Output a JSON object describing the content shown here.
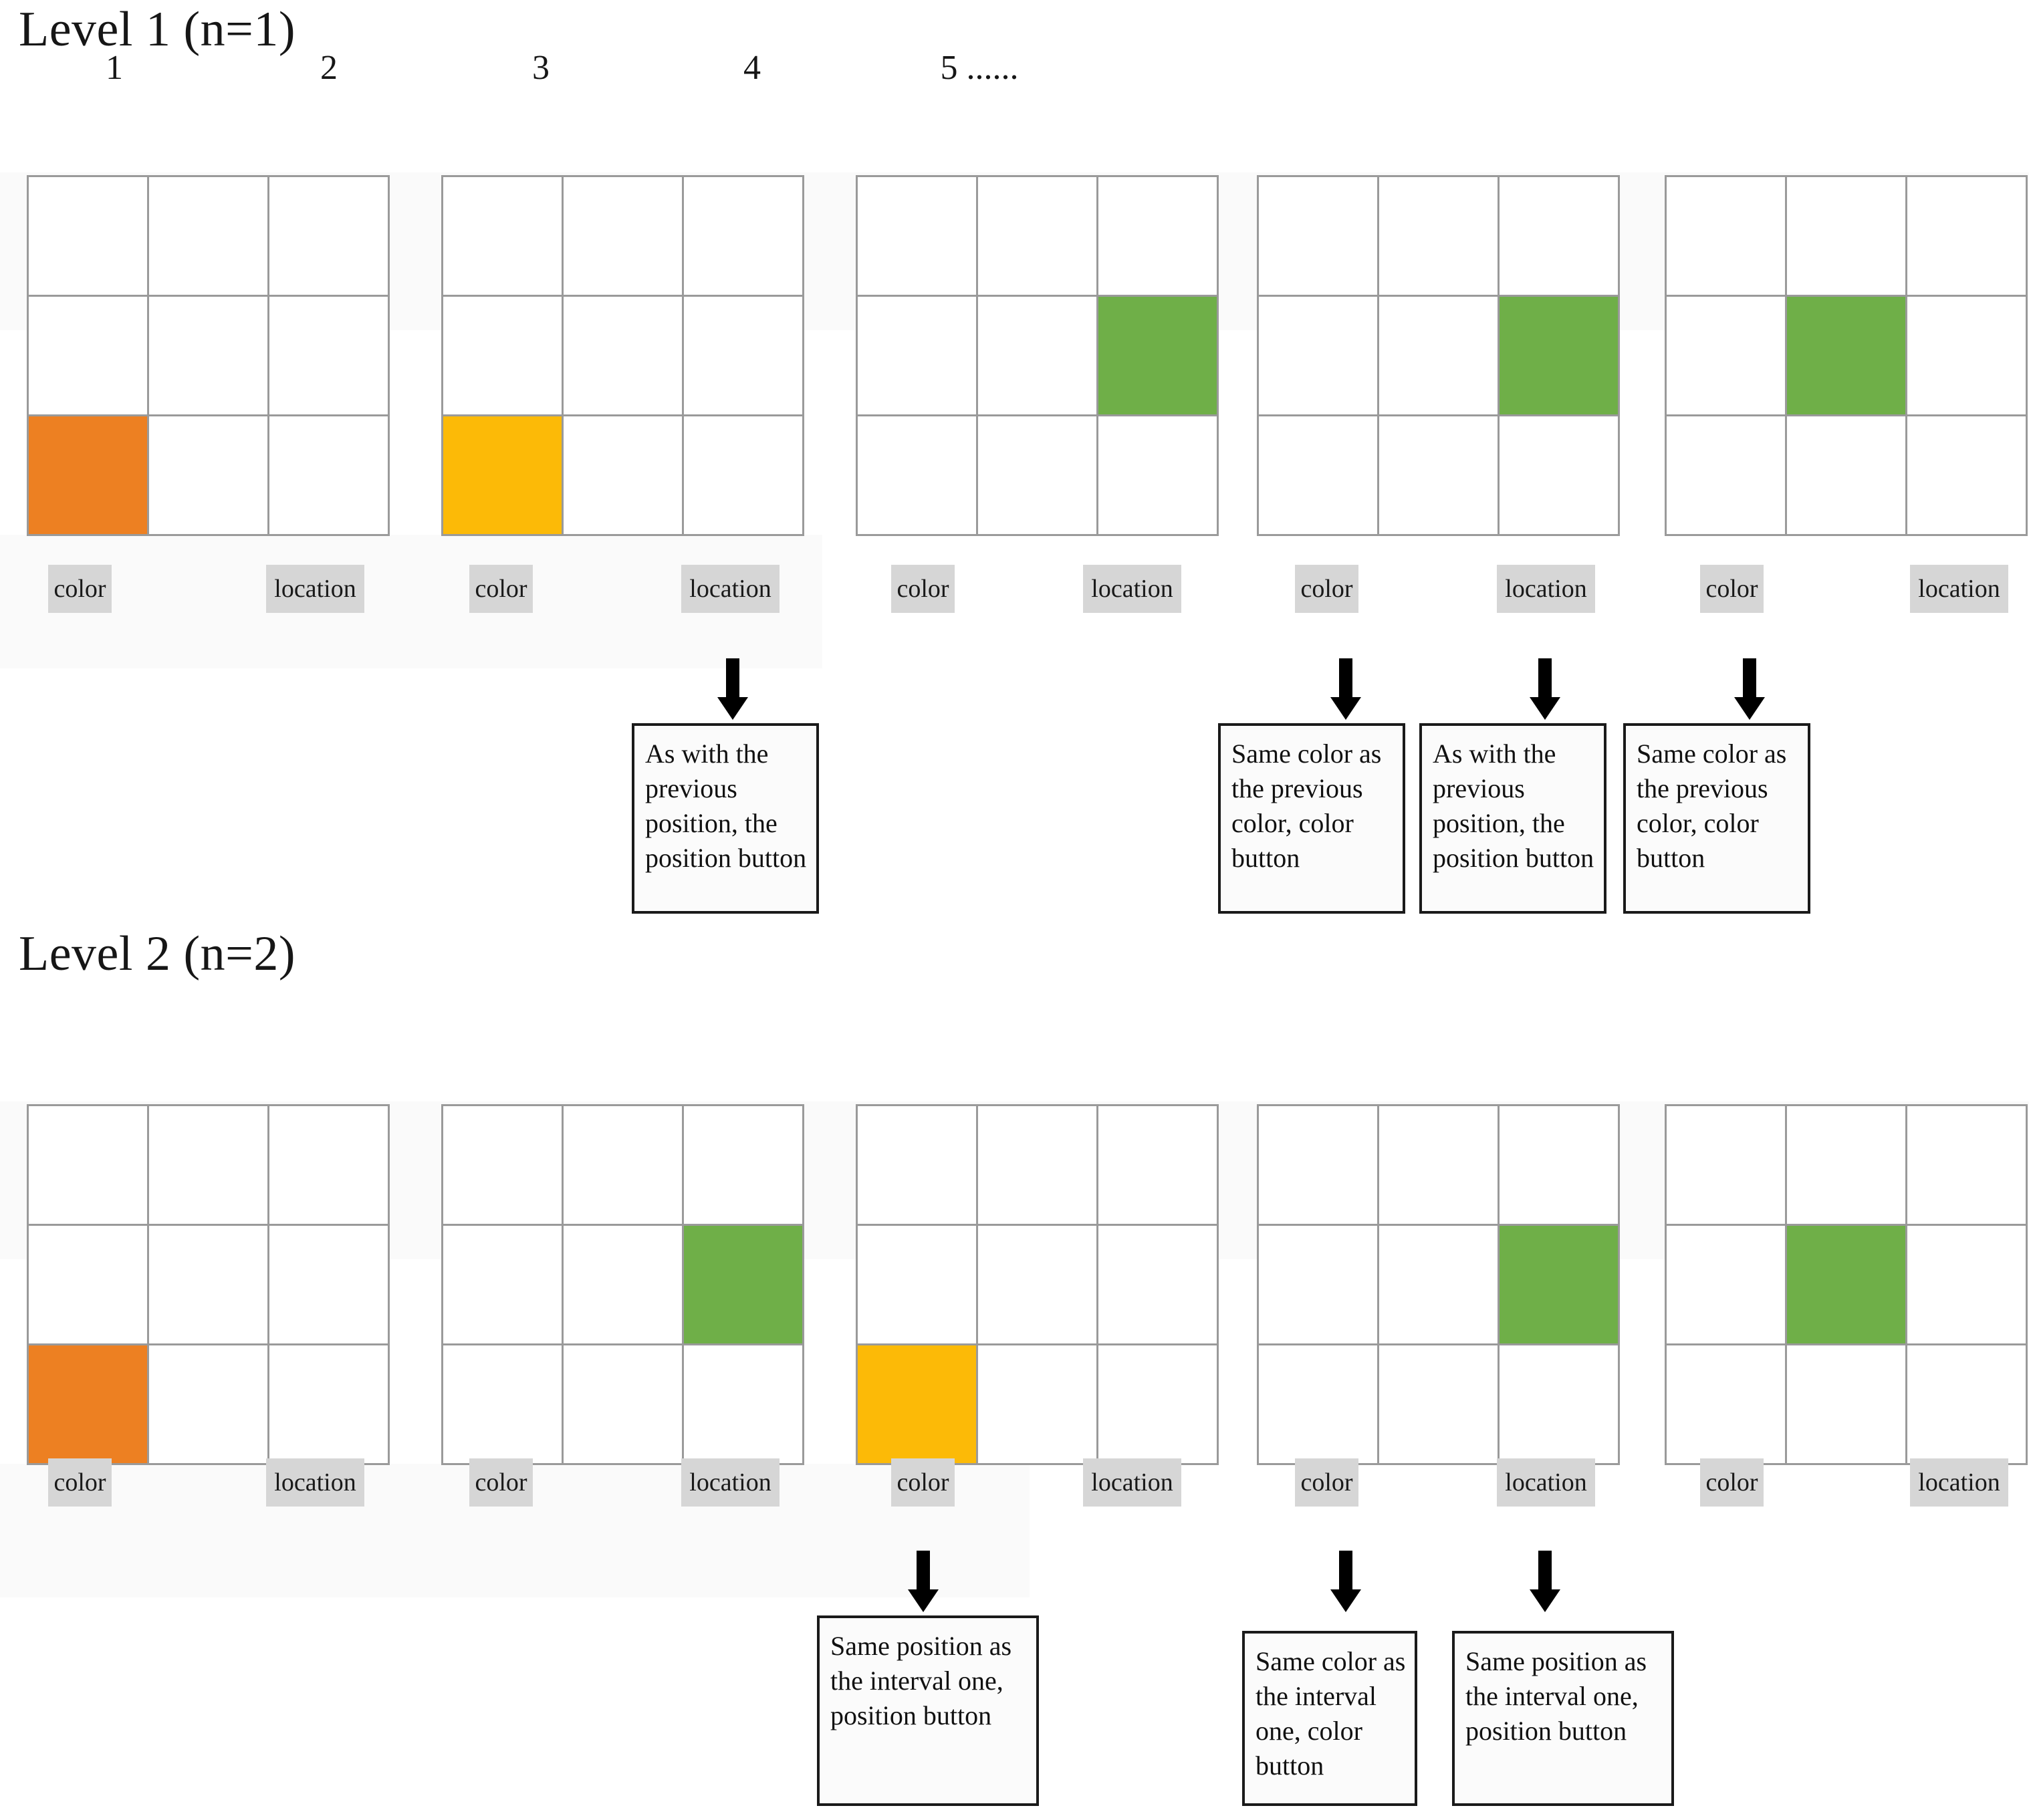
{
  "colors": {
    "orange": "#ED8022",
    "yellow": "#FCBA07",
    "green": "#6FAF48",
    "empty": "#FFFFFF",
    "grid_line": "#9A9A9A",
    "button_bg": "#D6D6D6",
    "panel_bg": "#FAFAFA",
    "note_border": "#1A1A1A",
    "arrow": "#000000"
  },
  "buttons": {
    "color_label": "color",
    "location_label": "location"
  },
  "levels": [
    {
      "title": "Level 1 (n=1)",
      "trials": [
        {
          "number": "1",
          "cells": [
            "empty",
            "empty",
            "empty",
            "empty",
            "empty",
            "empty",
            "orange",
            "empty",
            "empty"
          ],
          "highlight": {
            "row": 3,
            "col": 1,
            "color": "orange"
          }
        },
        {
          "number": "2",
          "cells": [
            "empty",
            "empty",
            "empty",
            "empty",
            "empty",
            "empty",
            "yellow",
            "empty",
            "empty"
          ],
          "highlight": {
            "row": 3,
            "col": 1,
            "color": "yellow"
          }
        },
        {
          "number": "3",
          "cells": [
            "empty",
            "empty",
            "empty",
            "empty",
            "empty",
            "green",
            "empty",
            "empty",
            "empty"
          ],
          "highlight": {
            "row": 2,
            "col": 3,
            "color": "green"
          }
        },
        {
          "number": "4",
          "cells": [
            "empty",
            "empty",
            "empty",
            "empty",
            "empty",
            "green",
            "empty",
            "empty",
            "empty"
          ],
          "highlight": {
            "row": 2,
            "col": 3,
            "color": "green"
          }
        },
        {
          "number": "5 ......",
          "cells": [
            "empty",
            "empty",
            "empty",
            "empty",
            "green",
            "empty",
            "empty",
            "empty",
            "empty"
          ],
          "highlight": {
            "row": 2,
            "col": 2,
            "color": "green"
          }
        }
      ],
      "notes": [
        {
          "target_trial": 2,
          "target_button": "location",
          "text": "As with the previous position, the position button"
        },
        {
          "target_trial": 4,
          "target_button": "color",
          "text": "Same color as the previous color, color button"
        },
        {
          "target_trial": 4,
          "target_button": "location",
          "text": "As with the previous position, the position button"
        },
        {
          "target_trial": 5,
          "target_button": "color",
          "text": "Same color as the previous color, color button"
        }
      ]
    },
    {
      "title": "Level 2 (n=2)",
      "trials": [
        {
          "number": "1",
          "cells": [
            "empty",
            "empty",
            "empty",
            "empty",
            "empty",
            "empty",
            "orange",
            "empty",
            "empty"
          ],
          "highlight": {
            "row": 3,
            "col": 1,
            "color": "orange"
          }
        },
        {
          "number": "2",
          "cells": [
            "empty",
            "empty",
            "empty",
            "empty",
            "empty",
            "green",
            "empty",
            "empty",
            "empty"
          ],
          "highlight": {
            "row": 2,
            "col": 3,
            "color": "green"
          }
        },
        {
          "number": "3",
          "cells": [
            "empty",
            "empty",
            "empty",
            "empty",
            "empty",
            "empty",
            "yellow",
            "empty",
            "empty"
          ],
          "highlight": {
            "row": 3,
            "col": 1,
            "color": "yellow"
          }
        },
        {
          "number": "4",
          "cells": [
            "empty",
            "empty",
            "empty",
            "empty",
            "empty",
            "green",
            "empty",
            "empty",
            "empty"
          ],
          "highlight": {
            "row": 2,
            "col": 3,
            "color": "green"
          }
        },
        {
          "number": "5 ......",
          "cells": [
            "empty",
            "empty",
            "empty",
            "empty",
            "green",
            "empty",
            "empty",
            "empty",
            "empty"
          ],
          "highlight": {
            "row": 2,
            "col": 2,
            "color": "green"
          }
        }
      ],
      "notes": [
        {
          "target_trial": 3,
          "target_button": "color",
          "text": "Same position as the interval one, position button"
        },
        {
          "target_trial": 4,
          "target_button": "color",
          "text": "Same color as the interval one, color button"
        },
        {
          "target_trial": 4,
          "target_button": "location",
          "text": "Same position as the interval one, position button"
        }
      ]
    }
  ]
}
